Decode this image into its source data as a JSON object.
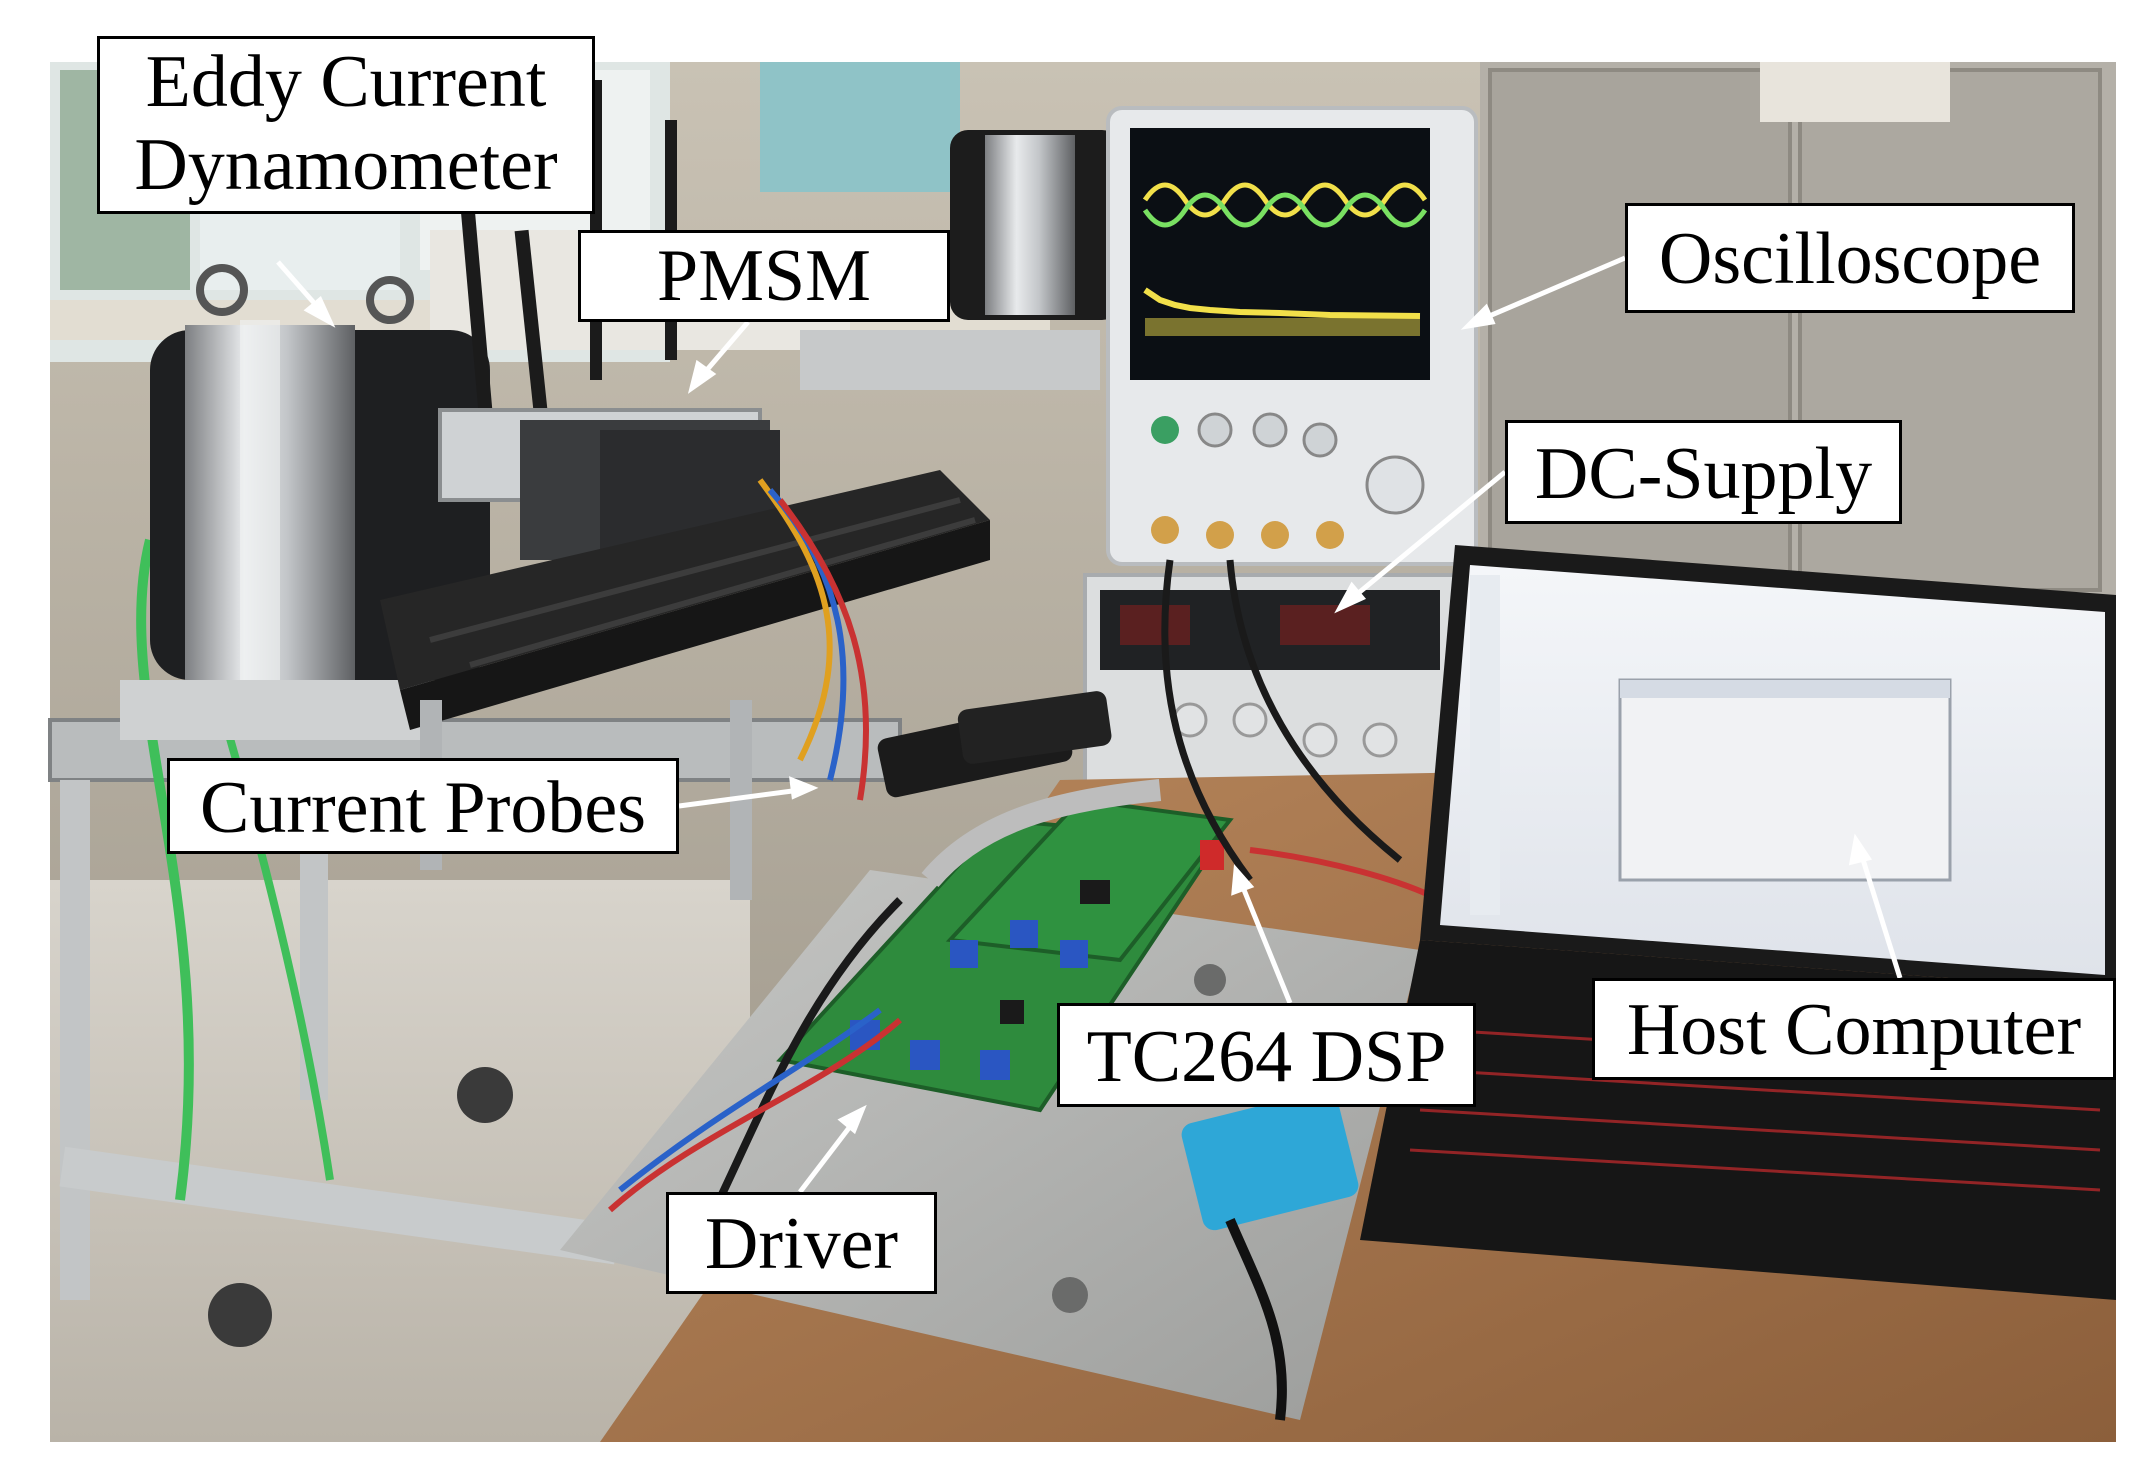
{
  "figure": {
    "labels": {
      "eddy_line1": "Eddy Current",
      "eddy_line2": "Dynamometer",
      "pmsm": "PMSM",
      "oscilloscope": "Oscilloscope",
      "dc_supply": "DC-Supply",
      "current_probes": "Current Probes",
      "tc264_dsp": "TC264 DSP",
      "host_computer": "Host Computer",
      "driver": "Driver"
    },
    "colors": {
      "label_background": "#ffffff",
      "label_border": "#000000",
      "arrow": "#ffffff"
    }
  }
}
